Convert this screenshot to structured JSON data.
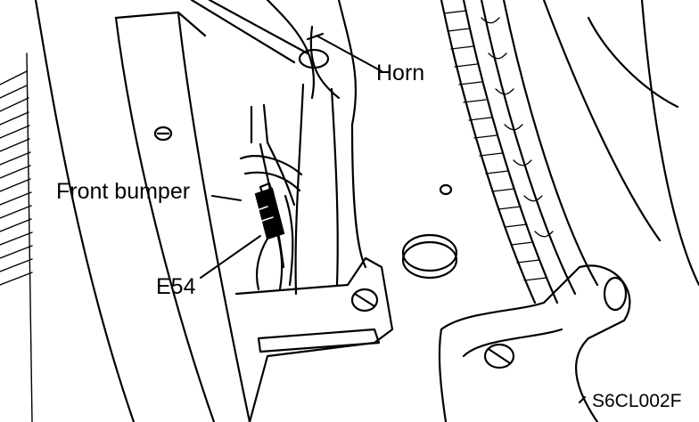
{
  "labels": {
    "horn": "Horn",
    "front_bumper": "Front bumper",
    "connector": "E54",
    "figure_code": "S6CL002F"
  },
  "colors": {
    "ink": "#000000",
    "paper": "#ffffff"
  }
}
